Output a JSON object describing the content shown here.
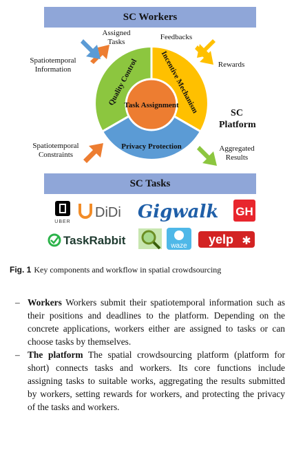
{
  "figure": {
    "top_banner": "SC Workers",
    "bottom_banner": "SC Tasks",
    "center": "Task Assignment",
    "segments": {
      "quality_control": "Quality Control",
      "incentive_mechanism": "Incentive Mechanism",
      "privacy_protection": "Privacy Protection"
    },
    "platform_label": "SC Platform",
    "arrow_labels": {
      "assigned_tasks": "Assigned Tasks",
      "spatiotemporal_information": "Spatiotemporal Information",
      "feedbacks": "Feedbacks",
      "rewards": "Rewards",
      "spatiotemporal_constraints": "Spatiotemporal Constraints",
      "aggregated_results": "Aggregated Results"
    },
    "logos": {
      "uber": "UBER",
      "didi": "DiDi",
      "gigwalk": "Gigwalk",
      "gh": "GH",
      "taskrabbit": "TaskRabbit",
      "waze": "waze",
      "yelp": "yelp"
    },
    "colors": {
      "banner": "#8fa6d8",
      "quality_control": "#8cc63f",
      "incentive_mechanism": "#ffc000",
      "privacy_protection": "#5b9bd5",
      "center": "#ed7d31"
    }
  },
  "caption": {
    "label": "Fig. 1",
    "text": "Key components and workflow in spatial crowdsourcing"
  },
  "list": [
    {
      "dash": "–",
      "term": "Workers",
      "text": " Workers submit their spatiotemporal information such as their positions and deadlines to the platform. Depending on the concrete applications, workers either are assigned to tasks or can choose tasks by themselves."
    },
    {
      "dash": "–",
      "term": "The platform",
      "text": " The spatial crowdsourcing platform (platform for short) connects tasks and workers. Its core functions include assigning tasks to suitable works, aggregating the results submitted by workers, setting rewards for workers, and protecting the privacy of the tasks and workers."
    }
  ]
}
